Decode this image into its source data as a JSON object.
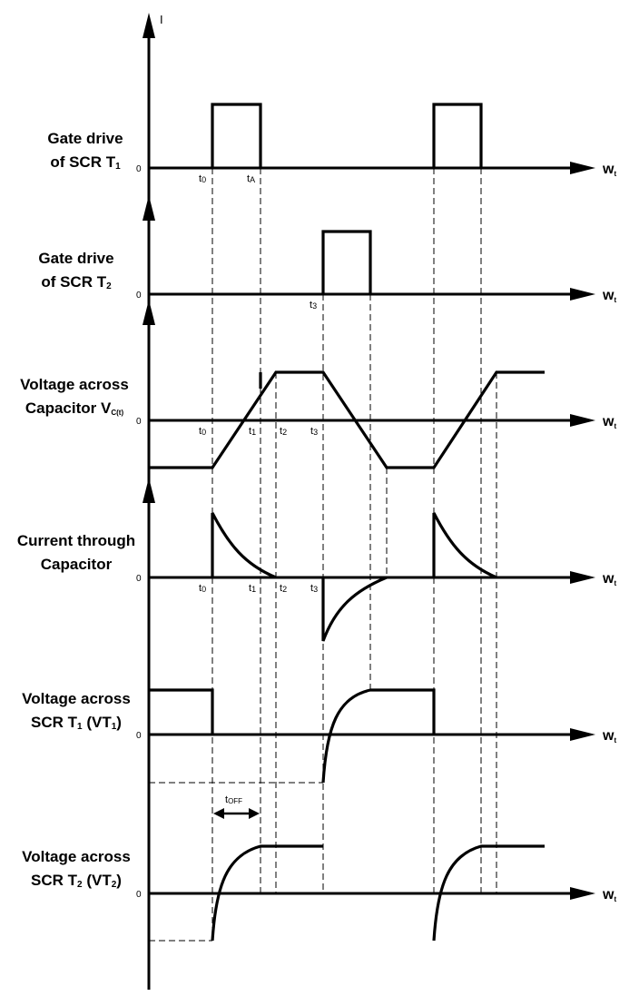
{
  "y_axis_label": "I",
  "x_axis_label_main": "w",
  "x_axis_label_sub": "t",
  "zero_label": "0",
  "panels": [
    {
      "line1": "Gate drive",
      "line2_main": "of SCR T",
      "line2_sub": "1",
      "line2_tail": ""
    },
    {
      "line1": "Gate drive",
      "line2_main": "of SCR T",
      "line2_sub": "2",
      "line2_tail": ""
    },
    {
      "line1": "Voltage across",
      "line2_main": "Capacitor V",
      "line2_sub": "C(t)",
      "line2_tail": ""
    },
    {
      "line1": "Current through",
      "line2_main": "Capacitor",
      "line2_sub": "",
      "line2_tail": ""
    },
    {
      "line1": "Voltage across",
      "line2_main": "SCR T",
      "line2_sub": "1",
      "line2_tail": " (VT",
      "line2_sub2": "1",
      "line2_end": ")"
    },
    {
      "line1": "Voltage across",
      "line2_main": "SCR T",
      "line2_sub": "2",
      "line2_tail": " (VT",
      "line2_sub2": "2",
      "line2_end": ")"
    }
  ],
  "time_labels": {
    "p1": [
      {
        "main": "t",
        "sub": "0"
      },
      {
        "main": "t",
        "sub": "A"
      }
    ],
    "p2": [
      {
        "main": "t",
        "sub": "3"
      }
    ],
    "p3": [
      {
        "main": "t",
        "sub": "0"
      },
      {
        "main": "t",
        "sub": "1"
      },
      {
        "main": "t",
        "sub": "2"
      },
      {
        "main": "t",
        "sub": "3"
      }
    ],
    "p4": [
      {
        "main": "t",
        "sub": "0"
      },
      {
        "main": "t",
        "sub": "1"
      },
      {
        "main": "t",
        "sub": "2"
      },
      {
        "main": "t",
        "sub": "3"
      }
    ]
  },
  "toff_label": {
    "main": "t",
    "sub": "OFF"
  }
}
